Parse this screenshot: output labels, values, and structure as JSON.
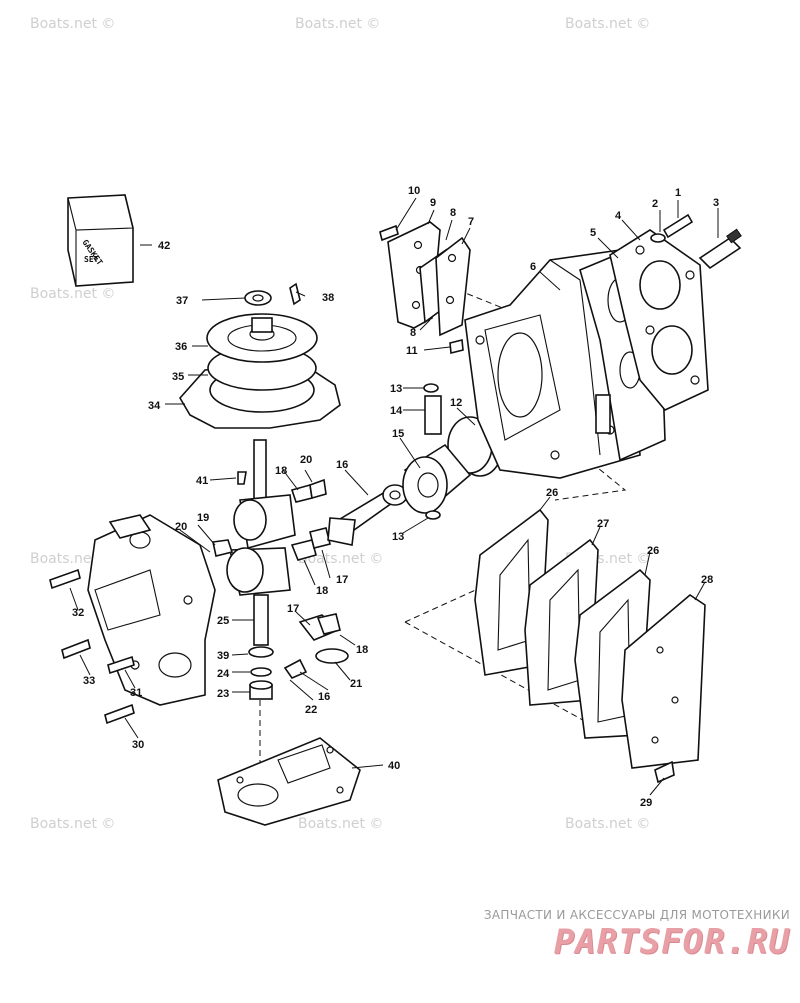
{
  "watermark": "Boats.net ©",
  "footer": {
    "caption": "ЗАПЧАСТИ И АКСЕССУАРЫ ДЛЯ МОТОТЕХНИКИ",
    "logo": "PARTSFOR.RU",
    "logo_color": "#e8a0a6"
  },
  "gasket_set": {
    "line1": "GASKET",
    "line2": "SET"
  },
  "callouts": [
    "1",
    "2",
    "3",
    "4",
    "5",
    "6",
    "7",
    "8",
    "9",
    "10",
    "8",
    "11",
    "12",
    "13",
    "13",
    "14",
    "15",
    "16",
    "16",
    "17",
    "17",
    "18",
    "18",
    "18",
    "19",
    "20",
    "20",
    "21",
    "22",
    "23",
    "24",
    "25",
    "26",
    "26",
    "27",
    "28",
    "29",
    "30",
    "31",
    "32",
    "33",
    "34",
    "35",
    "36",
    "37",
    "38",
    "39",
    "40",
    "41",
    "42"
  ]
}
